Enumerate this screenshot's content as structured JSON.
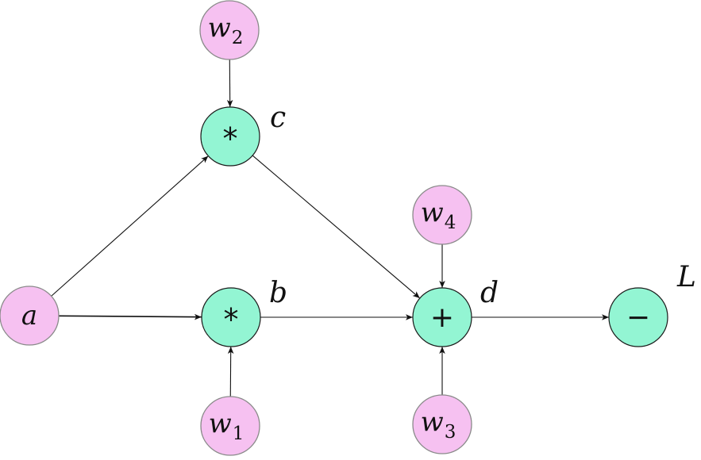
{
  "colors": {
    "input_node_fill": "#f6c1f1",
    "op_node_fill": "#93f5d3",
    "node_stroke": "#8a8a8a",
    "op_node_stroke": "#1a1a1a",
    "edge": "#111111",
    "text": "#111111"
  },
  "nodes": {
    "a": {
      "label": "a",
      "kind": "input"
    },
    "w1": {
      "label": "w",
      "sub": "1",
      "kind": "input"
    },
    "w2": {
      "label": "w",
      "sub": "2",
      "kind": "input"
    },
    "w3": {
      "label": "w",
      "sub": "3",
      "kind": "input"
    },
    "w4": {
      "label": "w",
      "sub": "4",
      "kind": "input"
    },
    "mul_c": {
      "symbol": "*",
      "kind": "op"
    },
    "mul_b": {
      "symbol": "*",
      "kind": "op"
    },
    "add_d": {
      "symbol": "+",
      "kind": "op"
    },
    "neg_L": {
      "symbol": "−",
      "kind": "op"
    }
  },
  "labels": {
    "c": "c",
    "b": "b",
    "d": "d",
    "L": "L"
  },
  "edges": [
    [
      "w2",
      "mul_c"
    ],
    [
      "a",
      "mul_c"
    ],
    [
      "a",
      "mul_b"
    ],
    [
      "w1",
      "mul_b"
    ],
    [
      "mul_c",
      "add_d"
    ],
    [
      "mul_b",
      "add_d"
    ],
    [
      "w4",
      "add_d"
    ],
    [
      "w3",
      "add_d"
    ],
    [
      "add_d",
      "neg_L"
    ]
  ]
}
